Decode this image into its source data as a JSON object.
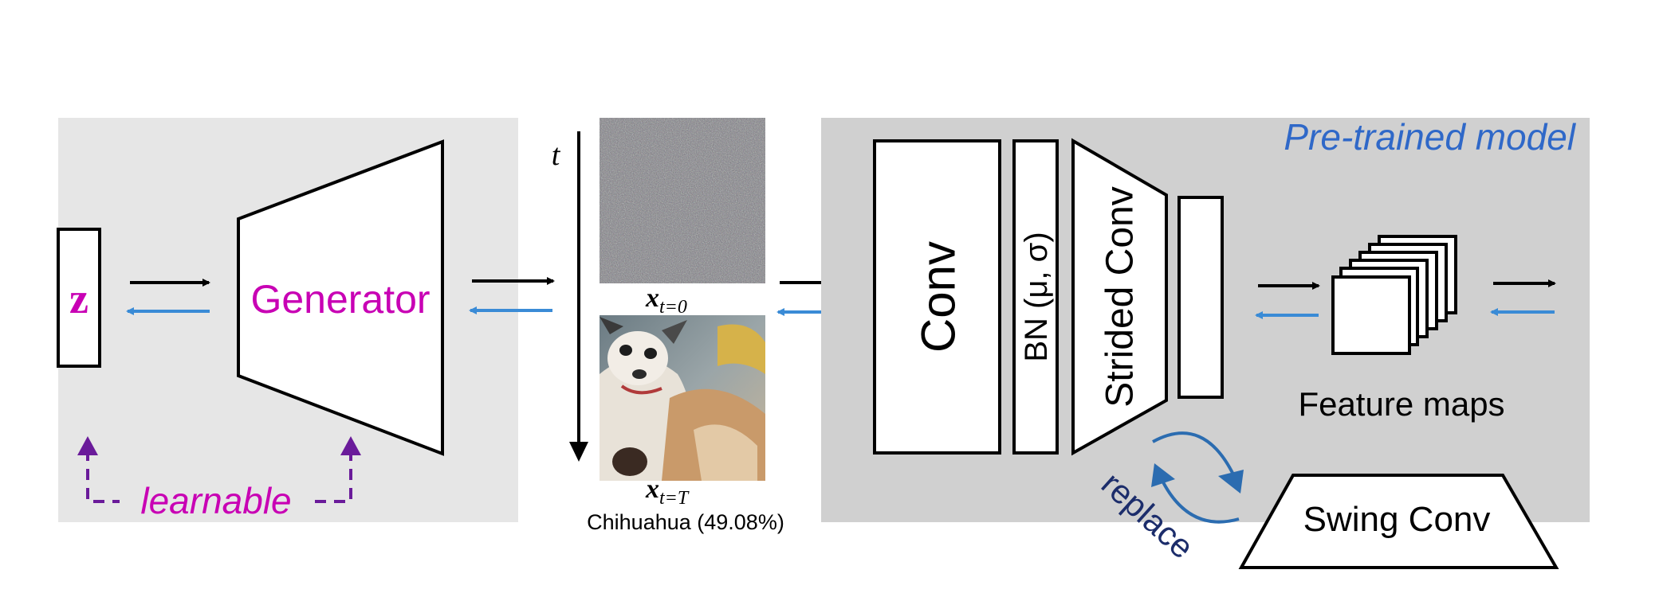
{
  "labels": {
    "z": "z",
    "generator": "Generator",
    "learnable": "learnable",
    "t": "t",
    "x_t0_base": "x",
    "x_t0_sub": "t=0",
    "x_tT_base": "x",
    "x_tT_sub": "t=T",
    "prediction": "Chihuahua (49.08%)",
    "conv": "Conv",
    "bn": "BN (μ, σ)",
    "strided_conv": "Strided Conv",
    "pretrained_model": "Pre-trained model",
    "feature_maps": "Feature maps",
    "replace": "replace",
    "swing_conv": "Swing Conv"
  },
  "colors": {
    "left_panel": "#e6e6e6",
    "right_panel": "#d0d0d0",
    "magenta": "#c800b4",
    "purple": "#6a1b9a",
    "blue_arrow": "#3a8bd6",
    "pretrained_blue": "#2f68c8",
    "replace_navy": "#1c2d6b",
    "swap_arrow": "#2b6cb0"
  },
  "icons": {
    "noise_image": "gaussian-noise-image",
    "dog_image": "synthesized-chihuahua-image"
  }
}
